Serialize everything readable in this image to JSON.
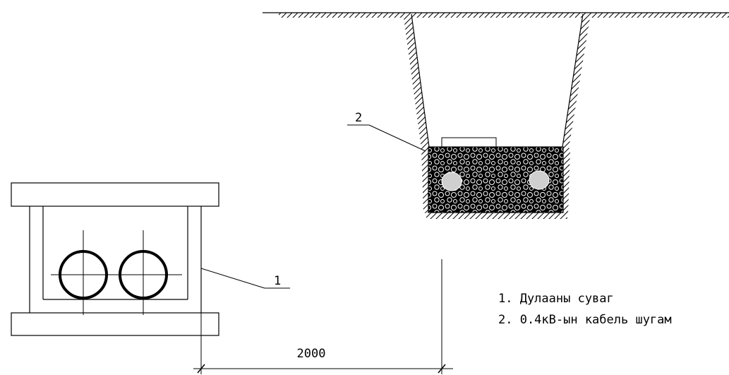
{
  "callouts": {
    "one": "1",
    "two": "2"
  },
  "dimension": {
    "value": "2000"
  },
  "legend": {
    "item1": "1. Дулааны сувaг",
    "item2": "2. 0.4кВ-ын кабель шугам"
  },
  "colors": {
    "ink": "#000000",
    "paper": "#ffffff",
    "fill_grey": "#cfcfcf"
  }
}
